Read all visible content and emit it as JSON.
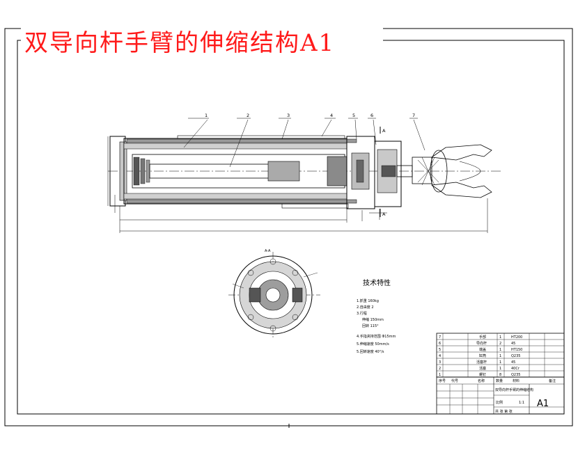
{
  "drawing_title": "双导向杆手臂的伸缩结构A1",
  "section_label": "A-A",
  "balloons": [
    "1",
    "2",
    "3",
    "4",
    "5",
    "6",
    "7"
  ],
  "section_marks": [
    "A",
    "A"
  ],
  "spec": {
    "title": "技术特性",
    "items": [
      "1.抓重 160kg",
      "2.自由度 2",
      "3.行程",
      "伸缩 150mm",
      "回转 115°",
      "4.手指夹持范围 Φ15mm",
      "5.伸缩速度 50mm/s",
      "5.回转速度 40°/s"
    ]
  },
  "bom": {
    "rows": [
      {
        "no": "7",
        "name": "手部",
        "qty": "1",
        "material": "HT200",
        "note": ""
      },
      {
        "no": "6",
        "name": "导向杆",
        "qty": "2",
        "material": "45",
        "note": ""
      },
      {
        "no": "5",
        "name": "端盖",
        "qty": "1",
        "material": "HT150",
        "note": ""
      },
      {
        "no": "4",
        "name": "缸筒",
        "qty": "1",
        "material": "Q235",
        "note": ""
      },
      {
        "no": "3",
        "name": "活塞杆",
        "qty": "1",
        "material": "45",
        "note": ""
      },
      {
        "no": "2",
        "name": "活塞",
        "qty": "1",
        "material": "40Cr",
        "note": ""
      },
      {
        "no": "1",
        "name": "螺钉",
        "qty": "8",
        "material": "Q235",
        "note": ""
      }
    ],
    "header": [
      "序号",
      "代号",
      "名称",
      "数量",
      "材料",
      "备注"
    ]
  },
  "title_block": {
    "name": "双导向杆手臂的伸缩结构",
    "scale_label": "比例",
    "scale": "1:1",
    "sheet": "共 张  第 张",
    "size": "A1"
  }
}
